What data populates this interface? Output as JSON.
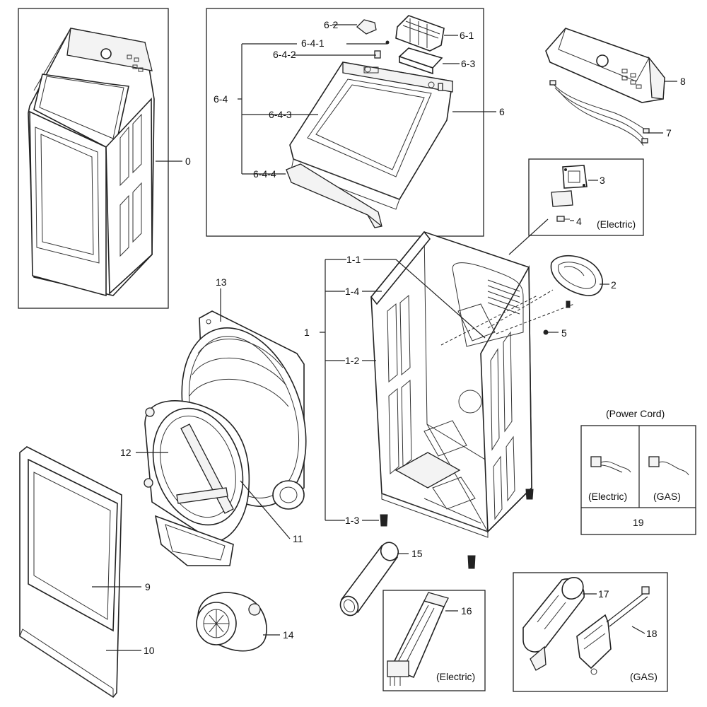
{
  "labels": {
    "l0": "0",
    "l1": "1",
    "l1_1": "1-1",
    "l1_2": "1-2",
    "l1_3": "1-3",
    "l1_4": "1-4",
    "l2": "2",
    "l3": "3",
    "l4": "4",
    "l5": "5",
    "l6": "6",
    "l6_1": "6-1",
    "l6_2": "6-2",
    "l6_3": "6-3",
    "l6_4": "6-4",
    "l6_4_1": "6-4-1",
    "l6_4_2": "6-4-2",
    "l6_4_3": "6-4-3",
    "l6_4_4": "6-4-4",
    "l7": "7",
    "l8": "8",
    "l9": "9",
    "l10": "10",
    "l11": "11",
    "l12": "12",
    "l13": "13",
    "l14": "14",
    "l15": "15",
    "l16": "16",
    "l17": "17",
    "l18": "18",
    "l19": "19"
  },
  "captions": {
    "electric_sensor": "(Electric)",
    "power_cord_title": "(Power Cord)",
    "power_cord_electric": "(Electric)",
    "power_cord_gas": "(GAS)",
    "heater_electric": "(Electric)",
    "burner_gas": "(GAS)"
  }
}
